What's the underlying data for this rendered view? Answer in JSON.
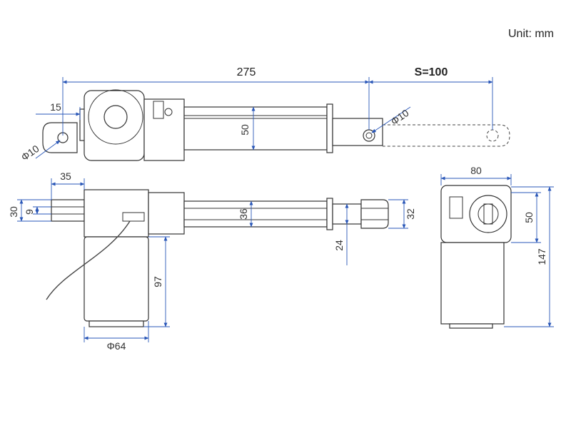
{
  "unit_label": "Unit: mm",
  "dimensions": {
    "total_length": "275",
    "stroke": "S=100",
    "motor_offset": "15",
    "clevis_hole_rear": "Φ10",
    "rod_hole_front": "Φ10",
    "tube_height": "50",
    "motor_width_top": "35",
    "rear_clevis_height": "30",
    "rear_clevis_slot": "9",
    "tube_width": "36",
    "front_clevis_width": "32",
    "rod_diameter": "24",
    "motor_length": "97",
    "motor_diameter": "Φ64",
    "end_view_width": "80",
    "end_view_head": "50",
    "end_view_total": "147"
  }
}
